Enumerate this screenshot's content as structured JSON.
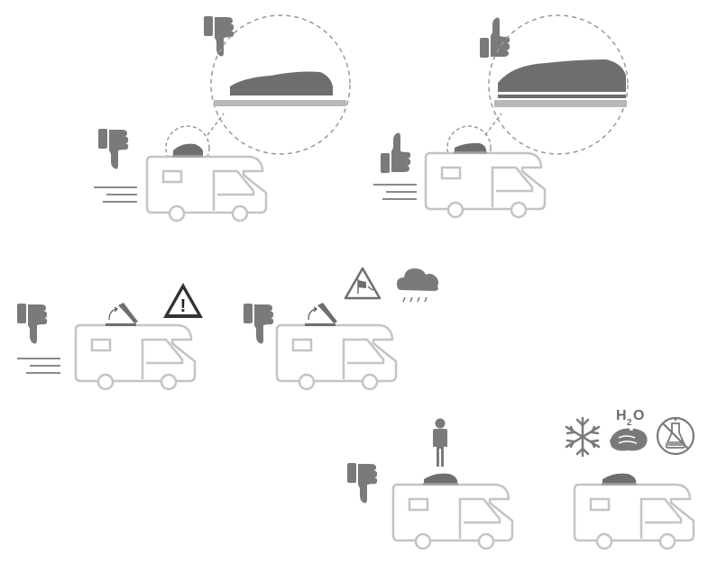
{
  "colors": {
    "outline": "#c4c4c4",
    "dark": "#6e6e6e",
    "icon": "#7a7a7a",
    "speed_lines": "#8a8a8a",
    "warning": "#333333",
    "background": "#ffffff"
  },
  "panels": [
    {
      "id": "speed-closed-bad",
      "rating": "thumbs-down",
      "box": "closed",
      "motion": true,
      "magnified": true
    },
    {
      "id": "speed-closed-good",
      "rating": "thumbs-up",
      "box": "closed",
      "motion": true,
      "magnified": true
    },
    {
      "id": "open-driving-bad",
      "rating": "thumbs-down",
      "box": "open",
      "motion": true,
      "hazard": "warning-triangle"
    },
    {
      "id": "open-wind-rain-bad",
      "rating": "thumbs-down",
      "box": "open",
      "motion": false,
      "hazard": "wind-and-rain"
    },
    {
      "id": "standing-on-roof-bad",
      "rating": "thumbs-down",
      "box": "closed",
      "motion": false,
      "hazard": "person-on-roof"
    },
    {
      "id": "maintenance",
      "rating": "none",
      "box": "closed",
      "motion": false,
      "hazard": "frost-water-no-chemicals"
    }
  ],
  "icons": [
    "thumbs-down-icon",
    "thumbs-up-icon",
    "warning-triangle-icon",
    "wind-warning-icon",
    "rain-cloud-icon",
    "person-icon",
    "snowflake-icon",
    "water-hand-icon",
    "no-chemicals-icon"
  ],
  "labels": {
    "warning_mark": "!",
    "water_formula_h": "H",
    "water_formula_sub": "2",
    "water_formula_o": "O"
  }
}
